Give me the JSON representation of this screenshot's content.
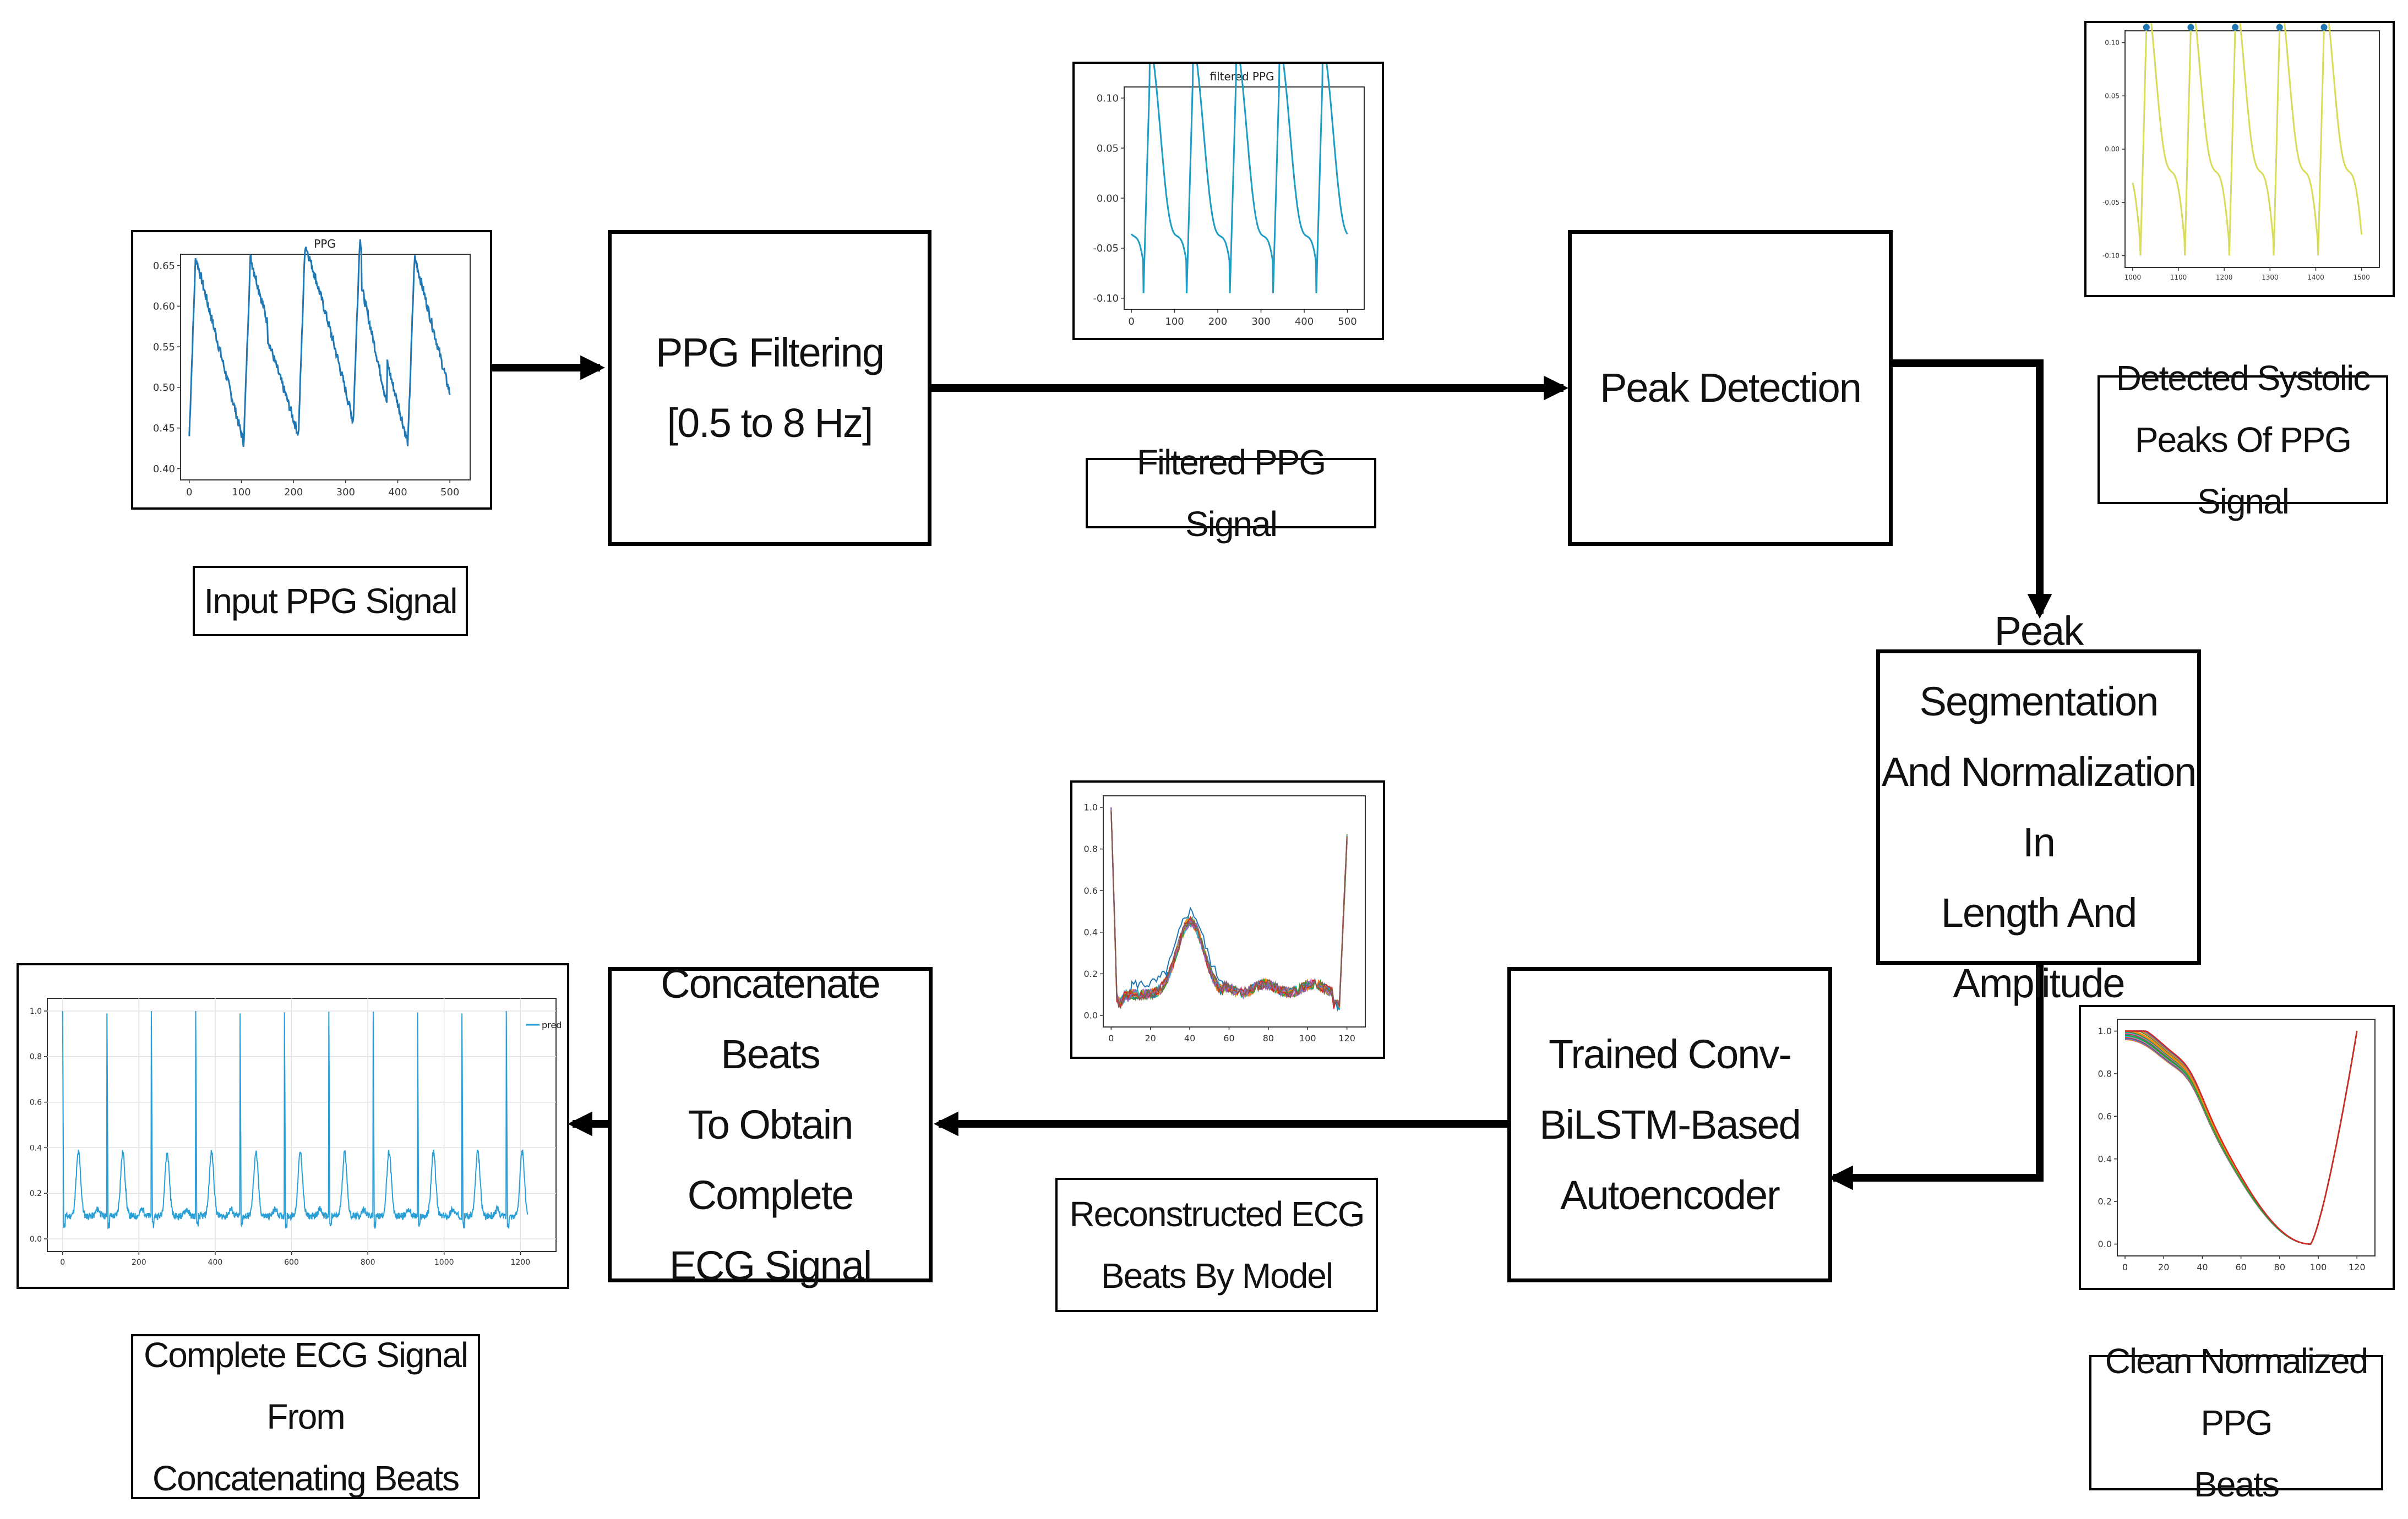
{
  "boxes": {
    "ppg_filtering": [
      "PPG Filtering",
      "[0.5 to 8 Hz]"
    ],
    "peak_detection": [
      "Peak Detection"
    ],
    "peak_segmentation": [
      "Peak Segmentation",
      "And Normalization In",
      "Length And",
      "Amplitude"
    ],
    "autoencoder": [
      "Trained Conv-",
      "BiLSTM-Based",
      "Autoencoder"
    ],
    "concatenate": [
      "Concatenate Beats",
      "To Obtain Complete",
      "ECG Signal"
    ]
  },
  "captions": {
    "input_ppg": [
      "Input PPG Signal"
    ],
    "filtered_ppg": [
      "Filtered PPG Signal"
    ],
    "systolic_peaks": [
      "Detected Systolic",
      "Peaks Of PPG Signal"
    ],
    "clean_beats": [
      "Clean Normalized PPG",
      "Beats"
    ],
    "reconstructed_beats": [
      "Reconstructed ECG",
      "Beats By Model"
    ],
    "complete_ecg": [
      "Complete ECG Signal From",
      "Concatenating Beats"
    ]
  },
  "plots": {
    "input_ppg": {
      "title": "PPG",
      "yticks": [
        "0.65",
        "0.60",
        "0.55",
        "0.50",
        "0.45",
        "0.40"
      ],
      "xticks": [
        "0",
        "100",
        "200",
        "300",
        "400",
        "500"
      ],
      "color": "#1f77b4"
    },
    "filtered_ppg": {
      "title": "filtered PPG",
      "yticks": [
        "0.10",
        "0.05",
        "0.00",
        "-0.05",
        "-0.10"
      ],
      "xticks": [
        "0",
        "100",
        "200",
        "300",
        "400",
        "500"
      ],
      "color": "#1f9dc4"
    },
    "systolic_peaks": {
      "yticks": [
        "0.10",
        "0.05",
        "0.00",
        "-0.05",
        "-0.10"
      ],
      "xticks": [
        "1000",
        "1100",
        "1200",
        "1300",
        "1400",
        "1500"
      ],
      "color": "#d7dc5a",
      "peak_color": "#1f77b4"
    },
    "reconstructed_beats": {
      "yticks": [
        "1.0",
        "0.8",
        "0.6",
        "0.4",
        "0.2",
        "0.0"
      ],
      "xticks": [
        "0",
        "20",
        "40",
        "60",
        "80",
        "100",
        "120"
      ]
    },
    "clean_beats": {
      "yticks": [
        "1.0",
        "0.8",
        "0.6",
        "0.4",
        "0.2",
        "0.0"
      ],
      "xticks": [
        "0",
        "20",
        "40",
        "60",
        "80",
        "100",
        "120"
      ]
    },
    "complete_ecg": {
      "yticks": [
        "1.0",
        "0.8",
        "0.6",
        "0.4",
        "0.2",
        "0.0"
      ],
      "xticks": [
        "0",
        "200",
        "400",
        "600",
        "800",
        "1000",
        "1200"
      ],
      "legend": "pred",
      "color": "#2a9fd6"
    }
  },
  "colors": {
    "arrow": "#000000",
    "series_palette": [
      "#1f77b4",
      "#ff7f0e",
      "#2ca02c",
      "#d62728",
      "#9467bd",
      "#8c564b",
      "#e377c2",
      "#7f7f7f",
      "#bcbd22",
      "#17becf"
    ]
  }
}
